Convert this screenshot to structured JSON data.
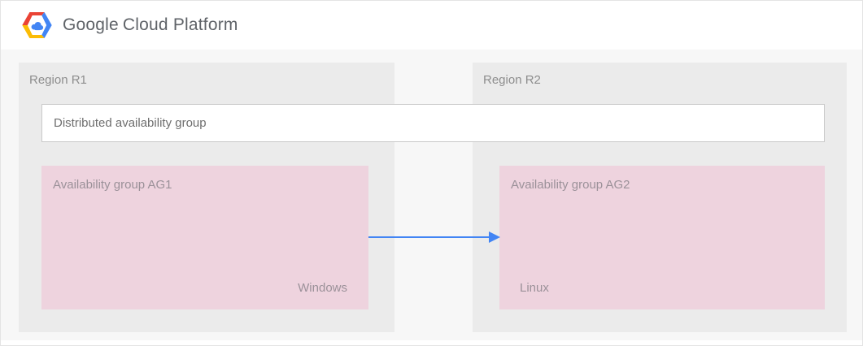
{
  "header": {
    "title_google": "Google",
    "title_rest": "Cloud Platform"
  },
  "dag": {
    "label": "Distributed availability group"
  },
  "regions": [
    {
      "label": "Region R1",
      "availability_group": {
        "label": "Availability group AG1",
        "os": "Windows"
      }
    },
    {
      "label": "Region R2",
      "availability_group": {
        "label": "Availability group AG2",
        "os": "Linux"
      }
    }
  ],
  "colors": {
    "page_bg": "#ffffff",
    "canvas_bg": "#f7f7f7",
    "region_bg": "#ebebeb",
    "ag_bg": "#eed3de",
    "arrow": "#4285f4",
    "logo_red": "#ea4335",
    "logo_blue": "#4285f4",
    "logo_yellow": "#fbbc05",
    "box_border": "#c9c9c9"
  }
}
